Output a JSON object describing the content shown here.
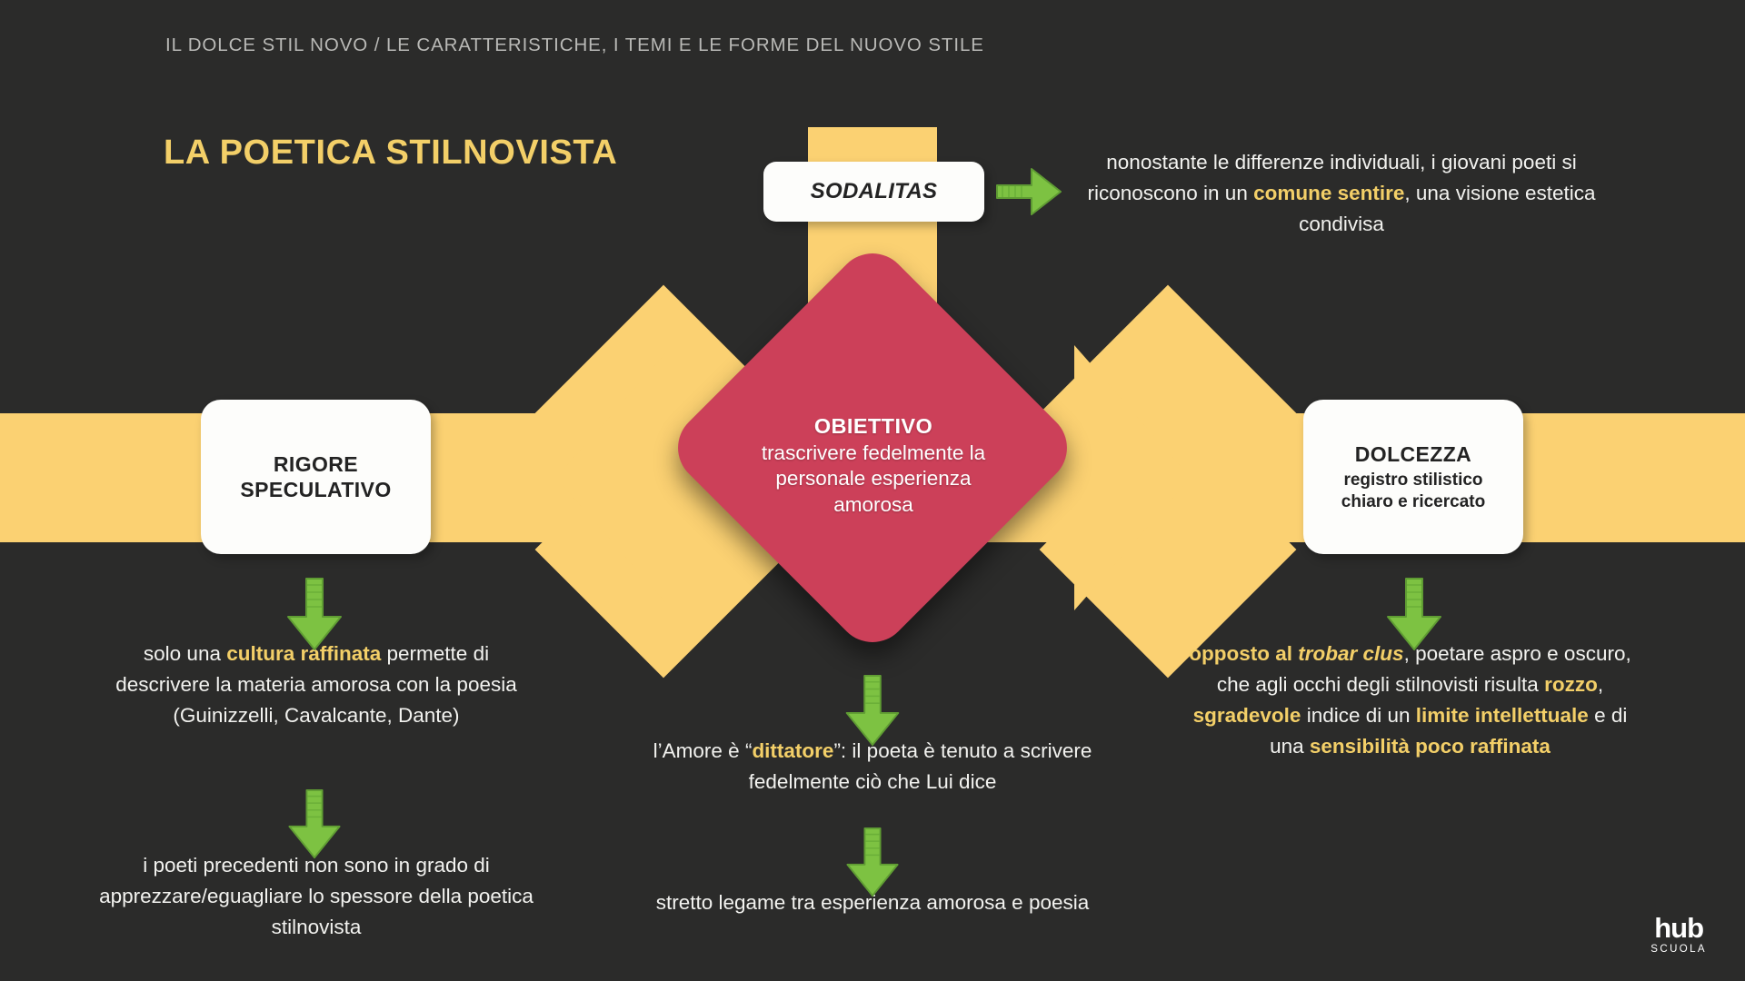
{
  "header": {
    "kicker": "IL DOLCE STIL NOVO / LE CARATTERISTICHE, I TEMI E LE FORME DEL NUOVO STILE",
    "title": "LA POETICA STILNOVISTA"
  },
  "colors": {
    "background": "#2b2b2a",
    "accent_yellow": "#fbd172",
    "highlight_gold": "#f3cf68",
    "center_red": "#cc4059",
    "card_white": "#fdfdfb",
    "arrow_green": "#7dc242",
    "body_text": "#f2f2ef",
    "kicker_text": "#b9b9b6"
  },
  "center": {
    "title": "OBIETTIVO",
    "lines": [
      "trascrivere fedelmente la",
      "personale esperienza",
      "amorosa"
    ]
  },
  "cards": {
    "top": {
      "label": "SODALITAS"
    },
    "left": {
      "title_line1": "RIGORE",
      "title_line2": "SPECULATIVO"
    },
    "right": {
      "title": "DOLCEZZA",
      "sub_line1": "registro stilistico",
      "sub_line2": "chiaro e ricercato"
    }
  },
  "branches": {
    "top_right": {
      "segments": [
        {
          "text": "nonostante le differenze individuali, i giovani poeti si riconoscono in un ",
          "style": "plain"
        },
        {
          "text": "comune sentire",
          "style": "bold-gold"
        },
        {
          "text": ", una visione estetica condivisa",
          "style": "plain"
        }
      ]
    },
    "left_1": {
      "segments": [
        {
          "text": "solo una ",
          "style": "plain"
        },
        {
          "text": "cultura raffinata",
          "style": "bold-gold"
        },
        {
          "text": " permette di descrivere la materia amorosa con la poesia (Guinizzelli, Cavalcante, Dante)",
          "style": "plain"
        }
      ]
    },
    "left_2": {
      "segments": [
        {
          "text": "i poeti precedenti non sono in grado di apprezzare/eguagliare lo spessore della poetica stilnovista",
          "style": "plain"
        }
      ]
    },
    "mid_1": {
      "segments": [
        {
          "text": "l’Amore è “",
          "style": "plain"
        },
        {
          "text": "dittatore",
          "style": "bold-gold"
        },
        {
          "text": "”: il poeta è tenuto a scrivere fedelmente ciò che Lui dice",
          "style": "plain"
        }
      ]
    },
    "mid_2": {
      "segments": [
        {
          "text": "stretto legame tra esperienza amorosa e poesia",
          "style": "plain"
        }
      ]
    },
    "right_1": {
      "segments": [
        {
          "text": "opposto al ",
          "style": "bold-gold"
        },
        {
          "text": "trobar clus",
          "style": "bold-gold-italic"
        },
        {
          "text": ", poetare aspro e oscuro, che agli occhi degli stilnovisti risulta ",
          "style": "plain"
        },
        {
          "text": "rozzo",
          "style": "bold-gold"
        },
        {
          "text": ", ",
          "style": "plain"
        },
        {
          "text": "sgradevole",
          "style": "bold-gold"
        },
        {
          "text": " indice di un ",
          "style": "plain"
        },
        {
          "text": "limite intellettuale",
          "style": "bold-gold"
        },
        {
          "text": " e di una ",
          "style": "plain"
        },
        {
          "text": "sensibilità poco raffinata",
          "style": "bold-gold"
        }
      ]
    }
  },
  "logo": {
    "mark": "hub",
    "sub": "SCUOLA"
  }
}
